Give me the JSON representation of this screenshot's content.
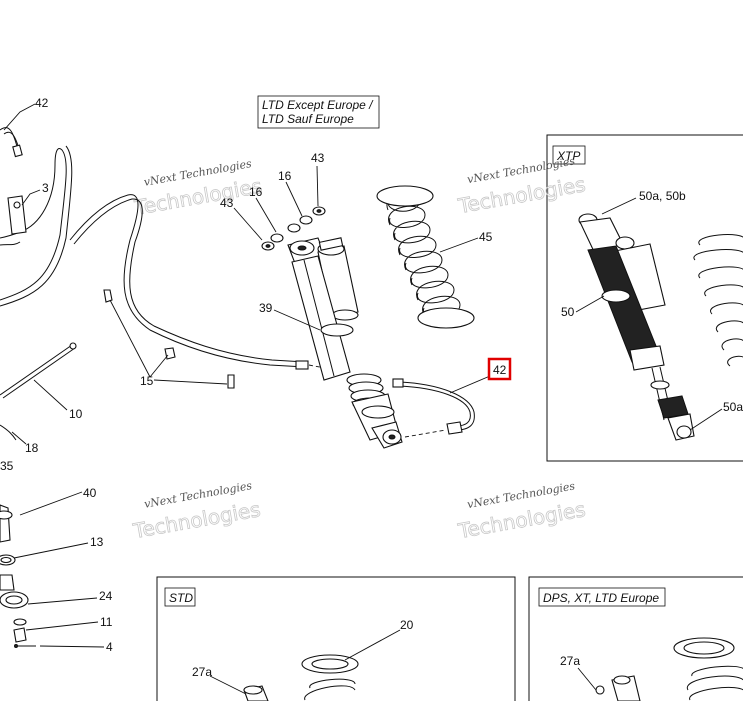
{
  "callouts": {
    "c42_top": "42",
    "c3": "3",
    "c43_a": "43",
    "c16_a": "16",
    "c16_b": "16",
    "c43_b": "43",
    "c45": "45",
    "c39": "39",
    "c42_hl": "42",
    "c15": "15",
    "c10": "10",
    "c18": "18",
    "c35": "35",
    "c40": "40",
    "c13": "13",
    "c24": "24",
    "c11": "11",
    "c4": "4",
    "c50ab": "50a, 50b",
    "c50": "50",
    "c50a": "50a",
    "c20": "20",
    "c27a_std": "27a",
    "c27a_dps": "27a"
  },
  "boxes": {
    "ltd_line1": "LTD Except Europe /",
    "ltd_line2": "LTD Sauf Europe",
    "xtp": "XTP",
    "std": "STD",
    "dps": "DPS, XT, LTD Europe"
  },
  "watermark": {
    "line1": "vNext Technologies",
    "line2": "Technologies"
  },
  "colors": {
    "highlight": "#e00000",
    "ink": "#111111"
  }
}
